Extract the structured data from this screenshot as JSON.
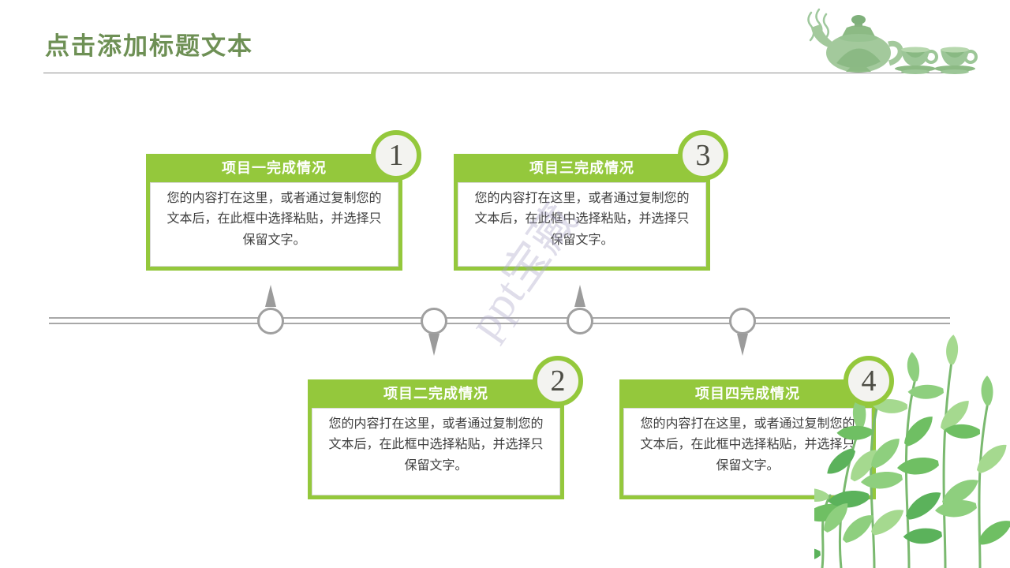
{
  "page": {
    "title": "点击添加标题文本",
    "watermark": "ppt宝藏"
  },
  "colors": {
    "accent_green": "#94c83c",
    "title_green": "#6e9055",
    "timeline_gray": "#a8a8a8",
    "arrow_gray": "#9b9b9b",
    "badge_fill": "#f3f3f0",
    "number_text": "#4c4c44",
    "body_text": "#404040"
  },
  "decorations": {
    "teapot_icon": "teapot-with-steam-and-two-teacups",
    "plant_icon": "tea-plant-leaves"
  },
  "timeline": {
    "node_count": 4,
    "items": [
      {
        "number": "1",
        "title": "项目一完成情况",
        "body": "您的内容打在这里，或者通过复制您的文本后，在此框中选择粘贴，并选择只保留文字。",
        "placement": "above"
      },
      {
        "number": "2",
        "title": "项目二完成情况",
        "body": "您的内容打在这里，或者通过复制您的文本后，在此框中选择粘贴，并选择只保留文字。",
        "placement": "below"
      },
      {
        "number": "3",
        "title": "项目三完成情况",
        "body": "您的内容打在这里，或者通过复制您的文本后，在此框中选择粘贴，并选择只保留文字。",
        "placement": "above"
      },
      {
        "number": "4",
        "title": "项目四完成情况",
        "body": "您的内容打在这里，或者通过复制您的文本后，在此框中选择粘贴，并选择只保留文字。",
        "placement": "below"
      }
    ]
  }
}
